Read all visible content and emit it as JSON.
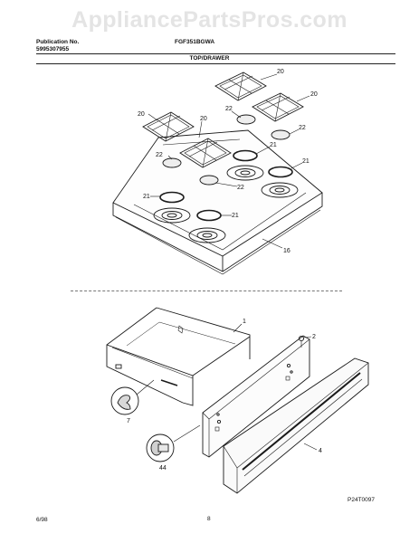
{
  "watermark": "AppliancePartsPros.com",
  "header": {
    "publication_label": "Publication No.",
    "publication_number": "5995307955",
    "model": "FGF351BGWA",
    "section_title": "TOP/DRAWER"
  },
  "callouts": {
    "grate_a": "20",
    "grate_b": "20",
    "grate_c": "20",
    "grate_d": "20",
    "cap_a": "22",
    "cap_b": "22",
    "cap_c": "22",
    "cap_d": "22",
    "ring_a": "21",
    "ring_b": "21",
    "ring_c": "21",
    "ring_d": "21",
    "cooktop": "16",
    "drawer": "1",
    "screw": "2",
    "handle": "4",
    "clip": "7",
    "roller": "44"
  },
  "figure_code": "P24T0097",
  "footer": {
    "date": "6/98",
    "page": "8"
  }
}
